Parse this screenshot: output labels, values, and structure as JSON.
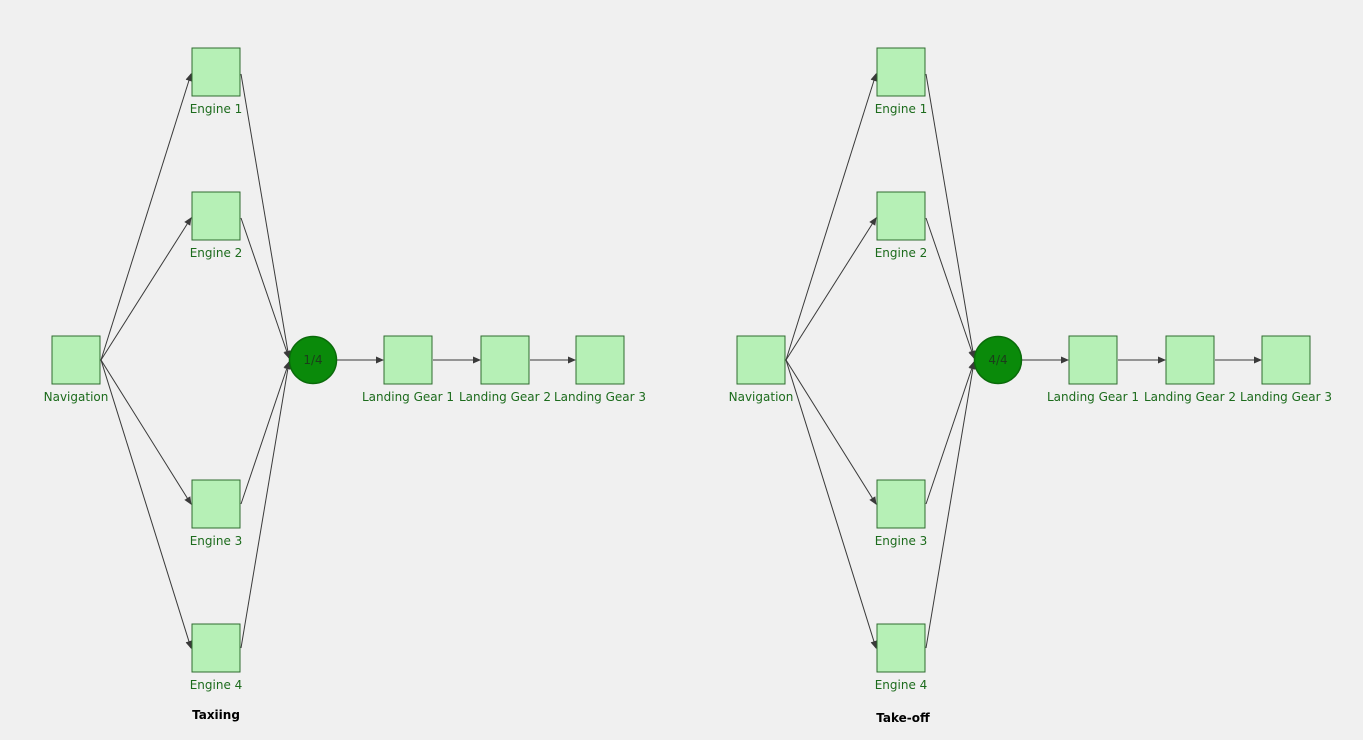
{
  "diagrams": [
    {
      "title": "Taxiing",
      "gate": "1/4",
      "nodes": {
        "navigation": "Navigation",
        "engine1": "Engine 1",
        "engine2": "Engine 2",
        "engine3": "Engine 3",
        "engine4": "Engine 4",
        "landing1": "Landing Gear 1",
        "landing2": "Landing Gear 2",
        "landing3": "Landing Gear 3"
      }
    },
    {
      "title": "Take-off",
      "gate": "4/4",
      "nodes": {
        "navigation": "Navigation",
        "engine1": "Engine 1",
        "engine2": "Engine 2",
        "engine3": "Engine 3",
        "engine4": "Engine 4",
        "landing1": "Landing Gear 1",
        "landing2": "Landing Gear 2",
        "landing3": "Landing Gear 3"
      }
    }
  ],
  "colors": {
    "node_fill": "#b6f0b6",
    "node_stroke": "#2f6b2f",
    "gate_fill": "#0a8a0a",
    "label": "#1c6b1c",
    "edge": "#3a3a3a",
    "background": "#f0f0f0"
  }
}
